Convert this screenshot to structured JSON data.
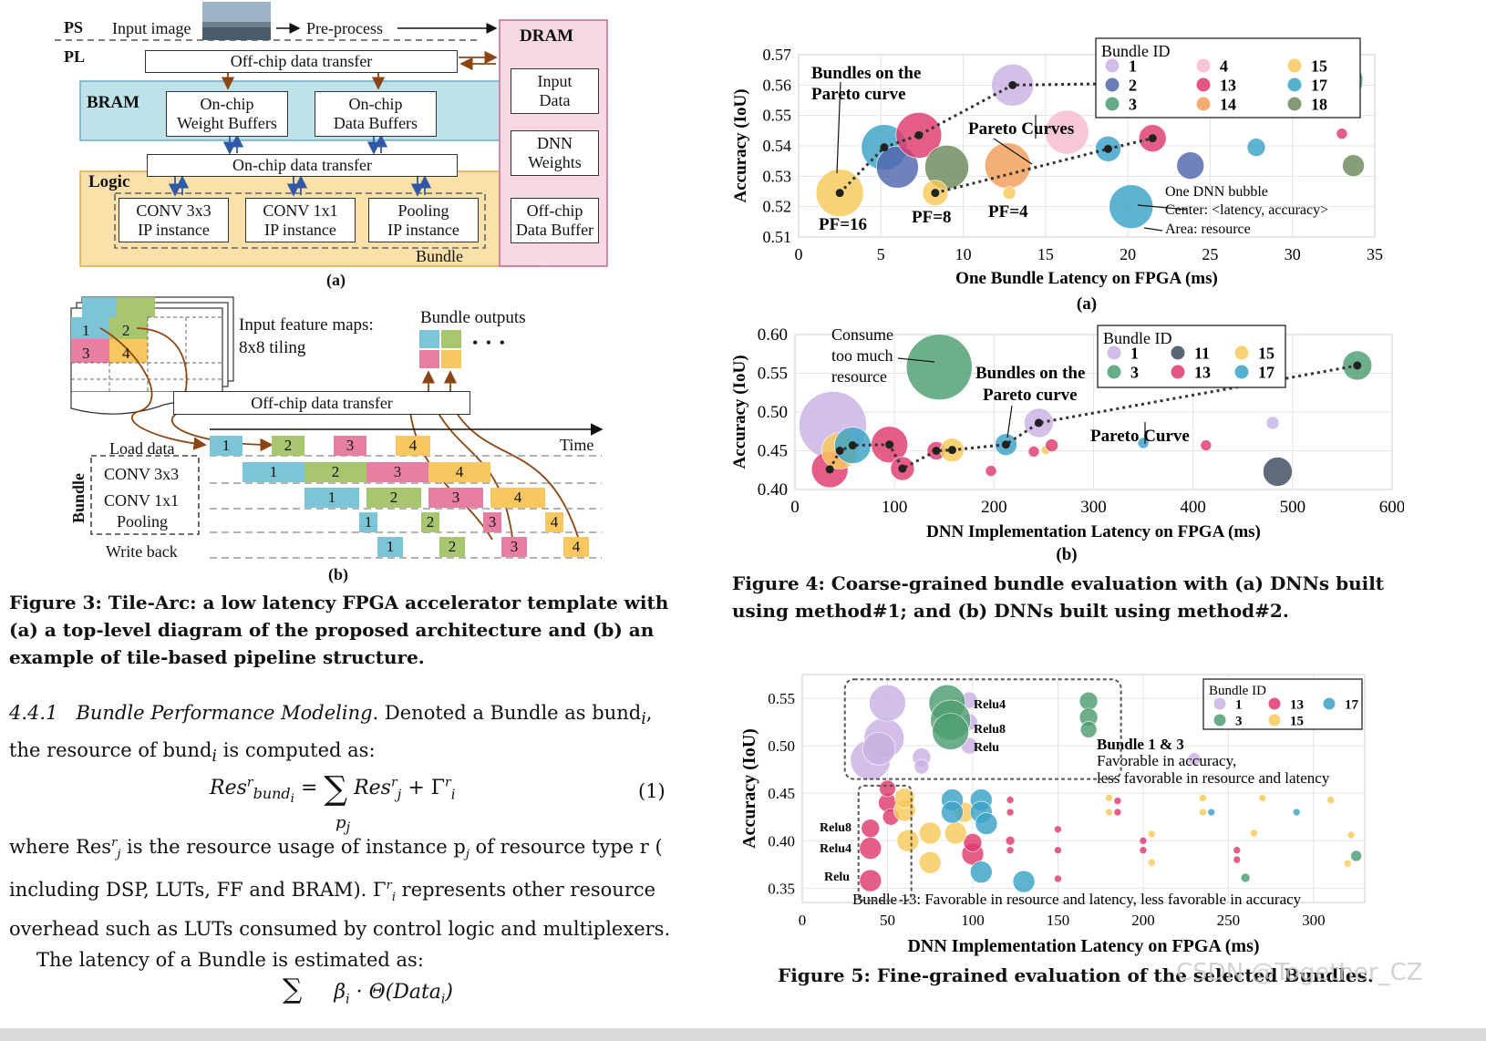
{
  "fig3a": {
    "ps": "PS",
    "pl": "PL",
    "input_image": "Input image",
    "preprocess": "Pre-process",
    "dram": "DRAM",
    "offchip_transfer": "Off-chip data transfer",
    "bram": "BRAM",
    "weight_buffers": [
      "On-chip",
      "Weight Buffers"
    ],
    "data_buffers": [
      "On-chip",
      "Data Buffers"
    ],
    "onchip_transfer": "On-chip data transfer",
    "logic": "Logic",
    "conv3": [
      "CONV 3x3",
      "IP instance"
    ],
    "conv1": [
      "CONV 1x1",
      "IP instance"
    ],
    "pool": [
      "Pooling",
      "IP instance"
    ],
    "bundle": "Bundle",
    "input_data": [
      "Input",
      "Data"
    ],
    "dnn_weights": [
      "DNN",
      "Weights"
    ],
    "offchip_buffer": [
      "Off-chip",
      "Data Buffer"
    ],
    "label": "(a)",
    "colors": {
      "bram": "#bfe1ea",
      "logic": "#fae1a9",
      "dram": "#f8d8e4",
      "arrow_brown": "#8b4513",
      "arrow_blue": "#2f58a8"
    }
  },
  "fig3b": {
    "input_fm": [
      "Input feature maps:",
      "8x8 tiling"
    ],
    "bundle_outputs": "Bundle outputs",
    "ellipsis": "• • •",
    "offchip_transfer": "Off-chip data transfer",
    "time": "Time",
    "rows": [
      "Load data",
      "CONV 3x3",
      "CONV 1x1",
      "Pooling",
      "Write back"
    ],
    "bundle": "Bundle",
    "label": "(b)",
    "tiles": [
      "1",
      "2",
      "3",
      "4"
    ]
  },
  "fig3_caption": "Figure 3: Tile-Arc: a low latency FPGA accelerator template with (a) a top-level diagram of the proposed architecture and (b) an example of tile-based pipeline structure.",
  "section": {
    "number": "4.4.1",
    "title": "Bundle Performance Modeling.",
    "p1": "Denoted a Bundle as bund",
    "p1b": ", the resource of bund",
    "p1c": " is computed as:",
    "eq_number": "(1)",
    "p2a": "where Res",
    "p2b": " is the resource usage of instance p",
    "p2c": " of resource type r (",
    "p3a": "including DSP, LUTs, FF and BRAM). Γ",
    "p3b": " represents other resource",
    "p4": "overhead such as LUTs consumed by control logic and multiplexers.",
    "p5": "The latency of a Bundle is estimated as:"
  },
  "fig4_caption": "Figure 4: Coarse-grained bundle evaluation with (a) DNNs built using method#1; and (b) DNNs built using method#2.",
  "fig5_caption": "Figure 5: Fine-grained evaluation of the selected Bundles.",
  "watermark": "CSDN @Together_CZ",
  "chart_data": [
    {
      "type": "scatter",
      "panel": "(a)",
      "xlabel": "One Bundle Latency on FPGA (ms)",
      "ylabel": "Accuracy (IoU)",
      "xlim": [
        0,
        35
      ],
      "ylim": [
        0.51,
        0.57
      ],
      "xticks": [
        0,
        5,
        10,
        15,
        20,
        25,
        30,
        35
      ],
      "yticks": [
        0.51,
        0.52,
        0.53,
        0.54,
        0.55,
        0.56,
        0.57
      ],
      "legend_title": "Bundle ID",
      "legend_position": "top-right",
      "legend": [
        {
          "id": "1",
          "color": "#c9b1e3"
        },
        {
          "id": "4",
          "color": "#f6bccd"
        },
        {
          "id": "15",
          "color": "#f9c95c"
        },
        {
          "id": "2",
          "color": "#4f67ad"
        },
        {
          "id": "13",
          "color": "#df3a6c"
        },
        {
          "id": "17",
          "color": "#3aa2c7"
        },
        {
          "id": "3",
          "color": "#4e9d72"
        },
        {
          "id": "14",
          "color": "#f29d58"
        },
        {
          "id": "18",
          "color": "#6d8a5c"
        }
      ],
      "points": [
        {
          "x": 2.5,
          "y": 0.5245,
          "r": 26,
          "c": "#f9c95c"
        },
        {
          "x": 5.2,
          "y": 0.5395,
          "r": 25,
          "c": "#3aa2c7"
        },
        {
          "x": 6.0,
          "y": 0.533,
          "r": 23,
          "c": "#4f67ad"
        },
        {
          "x": 7.3,
          "y": 0.5435,
          "r": 25,
          "c": "#df3a6c"
        },
        {
          "x": 9.0,
          "y": 0.533,
          "r": 24,
          "c": "#6d8a5c"
        },
        {
          "x": 8.3,
          "y": 0.5245,
          "r": 14,
          "c": "#f9c95c"
        },
        {
          "x": 12.7,
          "y": 0.5335,
          "r": 25,
          "c": "#f29d58"
        },
        {
          "x": 12.8,
          "y": 0.5245,
          "r": 7,
          "c": "#f9c95c"
        },
        {
          "x": 13.0,
          "y": 0.56,
          "r": 23,
          "c": "#c9b1e3"
        },
        {
          "x": 16.3,
          "y": 0.5445,
          "r": 24,
          "c": "#f6bccd"
        },
        {
          "x": 18.8,
          "y": 0.539,
          "r": 14,
          "c": "#3aa2c7"
        },
        {
          "x": 21.5,
          "y": 0.5425,
          "r": 15,
          "c": "#df3a6c"
        },
        {
          "x": 20.2,
          "y": 0.52,
          "r": 24,
          "c": "#3aa2c7"
        },
        {
          "x": 23.8,
          "y": 0.5335,
          "r": 15,
          "c": "#4f67ad"
        },
        {
          "x": 27.8,
          "y": 0.5395,
          "r": 10,
          "c": "#3aa2c7"
        },
        {
          "x": 33.0,
          "y": 0.5615,
          "r": 23,
          "c": "#4e9d72"
        },
        {
          "x": 33.7,
          "y": 0.5335,
          "r": 12,
          "c": "#6d8a5c"
        },
        {
          "x": 33.0,
          "y": 0.544,
          "r": 6,
          "c": "#df3a6c"
        }
      ],
      "pareto_curves": [
        [
          [
            2.5,
            0.5245
          ],
          [
            5.2,
            0.5395
          ],
          [
            7.3,
            0.5435
          ],
          [
            13.0,
            0.56
          ],
          [
            33.0,
            0.5615
          ]
        ],
        [
          [
            8.3,
            0.5245
          ],
          [
            18.8,
            0.539
          ],
          [
            21.5,
            0.5425
          ]
        ]
      ],
      "annotations": [
        "Bundles on the",
        "Pareto curve",
        "Pareto Curves",
        "PF=16",
        "PF=8",
        "PF=4",
        "One DNN bubble",
        "Center: <latency, accuracy>",
        "Area: resource"
      ]
    },
    {
      "type": "scatter",
      "panel": "(b)",
      "xlabel": "DNN Implementation Latency on FPGA (ms)",
      "ylabel": "Accuracy (IoU)",
      "xlim": [
        0,
        600
      ],
      "ylim": [
        0.4,
        0.6
      ],
      "xticks": [
        0,
        100,
        200,
        300,
        400,
        500,
        600
      ],
      "yticks": [
        0.4,
        0.45,
        0.5,
        0.55,
        0.6
      ],
      "legend_title": "Bundle ID",
      "legend_position": "top-right",
      "legend": [
        {
          "id": "1",
          "color": "#c9b1e3"
        },
        {
          "id": "11",
          "color": "#3c4a5a"
        },
        {
          "id": "15",
          "color": "#f9c95c"
        },
        {
          "id": "3",
          "color": "#4e9d72"
        },
        {
          "id": "13",
          "color": "#df3a6c"
        },
        {
          "id": "17",
          "color": "#3aa2c7"
        }
      ],
      "points": [
        {
          "x": 38,
          "y": 0.483,
          "r": 37,
          "c": "#c9b1e3"
        },
        {
          "x": 145,
          "y": 0.558,
          "r": 36,
          "c": "#4e9d72"
        },
        {
          "x": 35,
          "y": 0.426,
          "r": 20,
          "c": "#df3a6c"
        },
        {
          "x": 45,
          "y": 0.45,
          "r": 20,
          "c": "#f9c95c"
        },
        {
          "x": 58,
          "y": 0.457,
          "r": 20,
          "c": "#3aa2c7"
        },
        {
          "x": 95,
          "y": 0.458,
          "r": 20,
          "c": "#df3a6c"
        },
        {
          "x": 108,
          "y": 0.427,
          "r": 13,
          "c": "#df3a6c"
        },
        {
          "x": 142,
          "y": 0.45,
          "r": 10,
          "c": "#df3a6c"
        },
        {
          "x": 158,
          "y": 0.451,
          "r": 13,
          "c": "#f9c95c"
        },
        {
          "x": 212,
          "y": 0.458,
          "r": 12,
          "c": "#3aa2c7"
        },
        {
          "x": 197,
          "y": 0.424,
          "r": 6,
          "c": "#df3a6c"
        },
        {
          "x": 240,
          "y": 0.449,
          "r": 6,
          "c": "#df3a6c"
        },
        {
          "x": 252,
          "y": 0.451,
          "r": 5,
          "c": "#f9c95c"
        },
        {
          "x": 258,
          "y": 0.457,
          "r": 7,
          "c": "#df3a6c"
        },
        {
          "x": 245,
          "y": 0.486,
          "r": 16,
          "c": "#c9b1e3"
        },
        {
          "x": 350,
          "y": 0.46,
          "r": 6,
          "c": "#3aa2c7"
        },
        {
          "x": 413,
          "y": 0.457,
          "r": 6,
          "c": "#df3a6c"
        },
        {
          "x": 485,
          "y": 0.423,
          "r": 16,
          "c": "#3c4a5a"
        },
        {
          "x": 480,
          "y": 0.486,
          "r": 7,
          "c": "#c9b1e3"
        },
        {
          "x": 565,
          "y": 0.56,
          "r": 16,
          "c": "#4e9d72"
        }
      ],
      "pareto_curves": [
        [
          [
            35,
            0.426
          ],
          [
            45,
            0.45
          ],
          [
            58,
            0.457
          ],
          [
            95,
            0.458
          ],
          [
            108,
            0.427
          ],
          [
            142,
            0.45
          ],
          [
            158,
            0.451
          ],
          [
            212,
            0.458
          ],
          [
            245,
            0.486
          ],
          [
            565,
            0.56
          ]
        ]
      ],
      "annotations": [
        "Consume",
        "too much",
        "resource",
        "Bundles on the",
        "Pareto curve",
        "Pareto Curve"
      ]
    },
    {
      "type": "scatter",
      "panel": "Figure 5",
      "xlabel": "DNN Implementation Latency on FPGA (ms)",
      "ylabel": "Accuracy (IoU)",
      "xlim": [
        0,
        330
      ],
      "ylim": [
        0.335,
        0.575
      ],
      "xticks": [
        0,
        50,
        100,
        150,
        200,
        250,
        300
      ],
      "yticks": [
        0.35,
        0.4,
        0.45,
        0.5,
        0.55
      ],
      "legend_title": "Bundle ID",
      "legend_position": "top-right",
      "legend": [
        {
          "id": "1",
          "color": "#c9b1e3"
        },
        {
          "id": "13",
          "color": "#df3a6c"
        },
        {
          "id": "17",
          "color": "#3aa2c7"
        },
        {
          "id": "3",
          "color": "#4e9d72"
        },
        {
          "id": "15",
          "color": "#f9c95c"
        }
      ],
      "points": [
        {
          "x": 40,
          "y": 0.485,
          "r": 22,
          "c": "#c9b1e3"
        },
        {
          "x": 48,
          "y": 0.508,
          "r": 22,
          "c": "#c9b1e3"
        },
        {
          "x": 50,
          "y": 0.545,
          "r": 20,
          "c": "#c9b1e3"
        },
        {
          "x": 45,
          "y": 0.497,
          "r": 18,
          "c": "#c9b1e3"
        },
        {
          "x": 70,
          "y": 0.488,
          "r": 10,
          "c": "#c9b1e3"
        },
        {
          "x": 70,
          "y": 0.478,
          "r": 8,
          "c": "#c9b1e3"
        },
        {
          "x": 98,
          "y": 0.548,
          "r": 9,
          "c": "#c9b1e3"
        },
        {
          "x": 98,
          "y": 0.525,
          "r": 9,
          "c": "#c9b1e3"
        },
        {
          "x": 98,
          "y": 0.5,
          "r": 9,
          "c": "#c9b1e3"
        },
        {
          "x": 230,
          "y": 0.486,
          "r": 7,
          "c": "#c9b1e3"
        },
        {
          "x": 85,
          "y": 0.545,
          "r": 20,
          "c": "#4e9d72"
        },
        {
          "x": 87,
          "y": 0.527,
          "r": 22,
          "c": "#4e9d72"
        },
        {
          "x": 87,
          "y": 0.515,
          "r": 20,
          "c": "#4e9d72"
        },
        {
          "x": 168,
          "y": 0.547,
          "r": 10,
          "c": "#4e9d72"
        },
        {
          "x": 168,
          "y": 0.53,
          "r": 10,
          "c": "#4e9d72"
        },
        {
          "x": 168,
          "y": 0.517,
          "r": 9,
          "c": "#4e9d72"
        },
        {
          "x": 325,
          "y": 0.384,
          "r": 6,
          "c": "#4e9d72"
        },
        {
          "x": 260,
          "y": 0.361,
          "r": 5,
          "c": "#4e9d72"
        },
        {
          "x": 40,
          "y": 0.358,
          "r": 12,
          "c": "#df3a6c"
        },
        {
          "x": 40,
          "y": 0.392,
          "r": 12,
          "c": "#df3a6c"
        },
        {
          "x": 40,
          "y": 0.413,
          "r": 10,
          "c": "#df3a6c"
        },
        {
          "x": 50,
          "y": 0.44,
          "r": 10,
          "c": "#df3a6c"
        },
        {
          "x": 52,
          "y": 0.425,
          "r": 9,
          "c": "#df3a6c"
        },
        {
          "x": 50,
          "y": 0.455,
          "r": 9,
          "c": "#df3a6c"
        },
        {
          "x": 100,
          "y": 0.386,
          "r": 12,
          "c": "#df3a6c"
        },
        {
          "x": 100,
          "y": 0.398,
          "r": 10,
          "c": "#df3a6c"
        },
        {
          "x": 122,
          "y": 0.4,
          "r": 5,
          "c": "#df3a6c"
        },
        {
          "x": 122,
          "y": 0.39,
          "r": 4,
          "c": "#df3a6c"
        },
        {
          "x": 122,
          "y": 0.43,
          "r": 4,
          "c": "#df3a6c"
        },
        {
          "x": 122,
          "y": 0.443,
          "r": 4,
          "c": "#df3a6c"
        },
        {
          "x": 150,
          "y": 0.412,
          "r": 4,
          "c": "#df3a6c"
        },
        {
          "x": 150,
          "y": 0.39,
          "r": 4,
          "c": "#df3a6c"
        },
        {
          "x": 150,
          "y": 0.36,
          "r": 4,
          "c": "#df3a6c"
        },
        {
          "x": 200,
          "y": 0.4,
          "r": 4,
          "c": "#df3a6c"
        },
        {
          "x": 200,
          "y": 0.39,
          "r": 4,
          "c": "#df3a6c"
        },
        {
          "x": 185,
          "y": 0.442,
          "r": 4,
          "c": "#df3a6c"
        },
        {
          "x": 185,
          "y": 0.43,
          "r": 4,
          "c": "#df3a6c"
        },
        {
          "x": 255,
          "y": 0.39,
          "r": 4,
          "c": "#df3a6c"
        },
        {
          "x": 255,
          "y": 0.38,
          "r": 4,
          "c": "#df3a6c"
        },
        {
          "x": 60,
          "y": 0.432,
          "r": 12,
          "c": "#f9c95c"
        },
        {
          "x": 60,
          "y": 0.445,
          "r": 11,
          "c": "#f9c95c"
        },
        {
          "x": 62,
          "y": 0.4,
          "r": 12,
          "c": "#f9c95c"
        },
        {
          "x": 75,
          "y": 0.408,
          "r": 12,
          "c": "#f9c95c"
        },
        {
          "x": 75,
          "y": 0.377,
          "r": 12,
          "c": "#f9c95c"
        },
        {
          "x": 90,
          "y": 0.408,
          "r": 12,
          "c": "#f9c95c"
        },
        {
          "x": 95,
          "y": 0.43,
          "r": 11,
          "c": "#f9c95c"
        },
        {
          "x": 180,
          "y": 0.445,
          "r": 4,
          "c": "#f9c95c"
        },
        {
          "x": 180,
          "y": 0.43,
          "r": 4,
          "c": "#f9c95c"
        },
        {
          "x": 205,
          "y": 0.407,
          "r": 4,
          "c": "#f9c95c"
        },
        {
          "x": 205,
          "y": 0.377,
          "r": 4,
          "c": "#f9c95c"
        },
        {
          "x": 235,
          "y": 0.445,
          "r": 4,
          "c": "#f9c95c"
        },
        {
          "x": 235,
          "y": 0.43,
          "r": 4,
          "c": "#f9c95c"
        },
        {
          "x": 270,
          "y": 0.445,
          "r": 4,
          "c": "#f9c95c"
        },
        {
          "x": 265,
          "y": 0.408,
          "r": 4,
          "c": "#f9c95c"
        },
        {
          "x": 310,
          "y": 0.443,
          "r": 4,
          "c": "#f9c95c"
        },
        {
          "x": 322,
          "y": 0.406,
          "r": 4,
          "c": "#f9c95c"
        },
        {
          "x": 320,
          "y": 0.376,
          "r": 4,
          "c": "#f9c95c"
        },
        {
          "x": 88,
          "y": 0.443,
          "r": 12,
          "c": "#3aa2c7"
        },
        {
          "x": 88,
          "y": 0.43,
          "r": 12,
          "c": "#3aa2c7"
        },
        {
          "x": 105,
          "y": 0.443,
          "r": 12,
          "c": "#3aa2c7"
        },
        {
          "x": 105,
          "y": 0.43,
          "r": 12,
          "c": "#3aa2c7"
        },
        {
          "x": 108,
          "y": 0.418,
          "r": 12,
          "c": "#3aa2c7"
        },
        {
          "x": 105,
          "y": 0.367,
          "r": 12,
          "c": "#3aa2c7"
        },
        {
          "x": 130,
          "y": 0.357,
          "r": 12,
          "c": "#3aa2c7"
        },
        {
          "x": 240,
          "y": 0.43,
          "r": 4,
          "c": "#3aa2c7"
        },
        {
          "x": 290,
          "y": 0.43,
          "r": 4,
          "c": "#3aa2c7"
        }
      ],
      "annotations": [
        "Relu4",
        "Relu8",
        "Relu",
        "Bundle 1 & 3",
        "Favorable in accuracy,",
        "less favorable in resource and latency",
        "Relu8",
        "Relu4",
        "Relu",
        "Bundle 13: Favorable in resource and latency, less favorable in accuracy"
      ]
    }
  ]
}
